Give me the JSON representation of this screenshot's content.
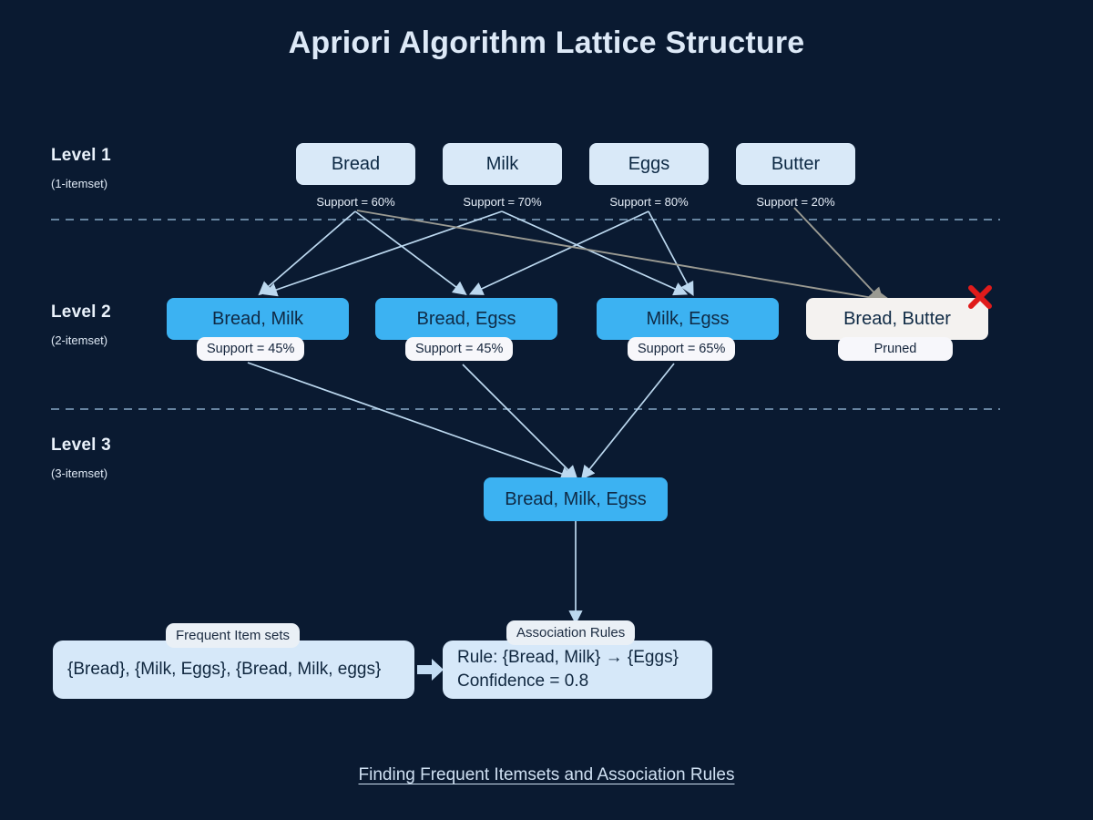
{
  "title": "Apriori Algorithm Lattice Structure",
  "footer": "Finding Frequent Itemsets and Association Rules",
  "colors": {
    "background": "#0a1a31",
    "level1_box": "#d9e9f8",
    "level2_box": "#3cb2f2",
    "level3_box": "#3cb2f2",
    "pruned_box": "#f4f2f0",
    "edge_active": "#bcd8ef",
    "edge_pruned": "#9a9a92",
    "x_mark": "#e01b1b",
    "title_text": "#dde9f7"
  },
  "levels": [
    {
      "name": "Level 1",
      "sub": "(1-itemset)"
    },
    {
      "name": "Level 2",
      "sub": "(2-itemset)"
    },
    {
      "name": "Level 3",
      "sub": "(3-itemset)"
    }
  ],
  "level1_nodes": [
    {
      "label": "Bread",
      "support": "Support = 60%"
    },
    {
      "label": "Milk",
      "support": "Support = 70%"
    },
    {
      "label": "Eggs",
      "support": "Support = 80%"
    },
    {
      "label": "Butter",
      "support": "Support = 20%"
    }
  ],
  "level2_nodes": [
    {
      "label": "Bread, Milk",
      "badge": "Support = 45%",
      "pruned": false
    },
    {
      "label": "Bread, Egss",
      "badge": "Support = 45%",
      "pruned": false
    },
    {
      "label": "Milk, Egss",
      "badge": "Support = 65%",
      "pruned": false
    },
    {
      "label": "Bread, Butter",
      "badge": "Pruned",
      "pruned": true
    }
  ],
  "level3_nodes": [
    {
      "label": "Bread, Milk, Egss"
    }
  ],
  "summary": {
    "frequent_tag": "Frequent Item sets",
    "frequent_value": "{Bread}, {Milk, Eggs}, {Bread, Milk, eggs}",
    "rules_tag": "Association Rules",
    "rules_line1": "Rule: {Bread, Milk} → {Eggs}",
    "rules_line2": "Confidence = 0.8"
  },
  "icons": {
    "prune_x": "x-mark-icon",
    "flow_arrow": "right-arrow-icon"
  }
}
